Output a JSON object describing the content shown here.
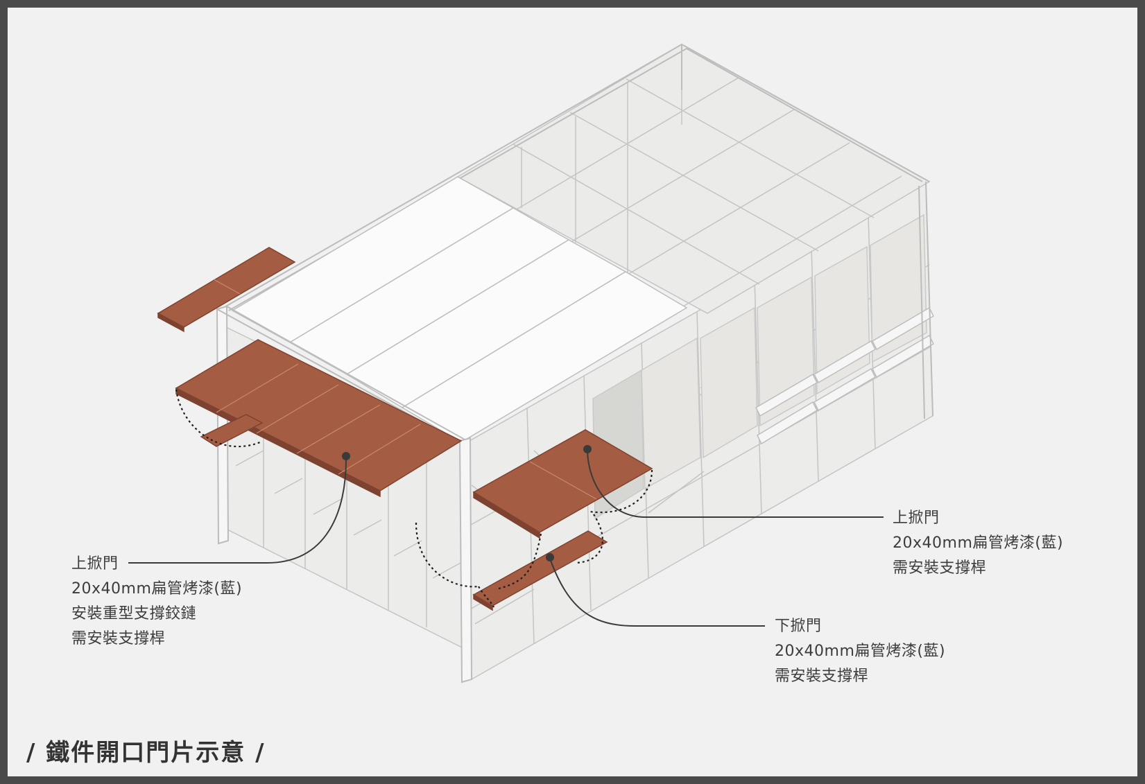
{
  "title": "/ 鐵件開口門片示意 /",
  "callouts": {
    "left_upper": {
      "name": "上掀門",
      "spec": "20x40mm扁管烤漆(藍)",
      "hinge": "安裝重型支撐鉸鏈",
      "strut": "需安裝支撐桿"
    },
    "right_upper": {
      "name": "上掀門",
      "spec": "20x40mm扁管烤漆(藍)",
      "strut": "需安裝支撐桿"
    },
    "right_lower": {
      "name": "下掀門",
      "spec": "20x40mm扁管烤漆(藍)",
      "strut": "需安裝支撐桿"
    }
  },
  "colors": {
    "background": "#f1f1f1",
    "border": "#4a4a4a",
    "frame_line": "#b8b8b8",
    "panel_fill": "#a45c43",
    "panel_edge": "#7e4330",
    "roof_fill": "#fbfbfb",
    "leader": "#3a3a3a"
  }
}
